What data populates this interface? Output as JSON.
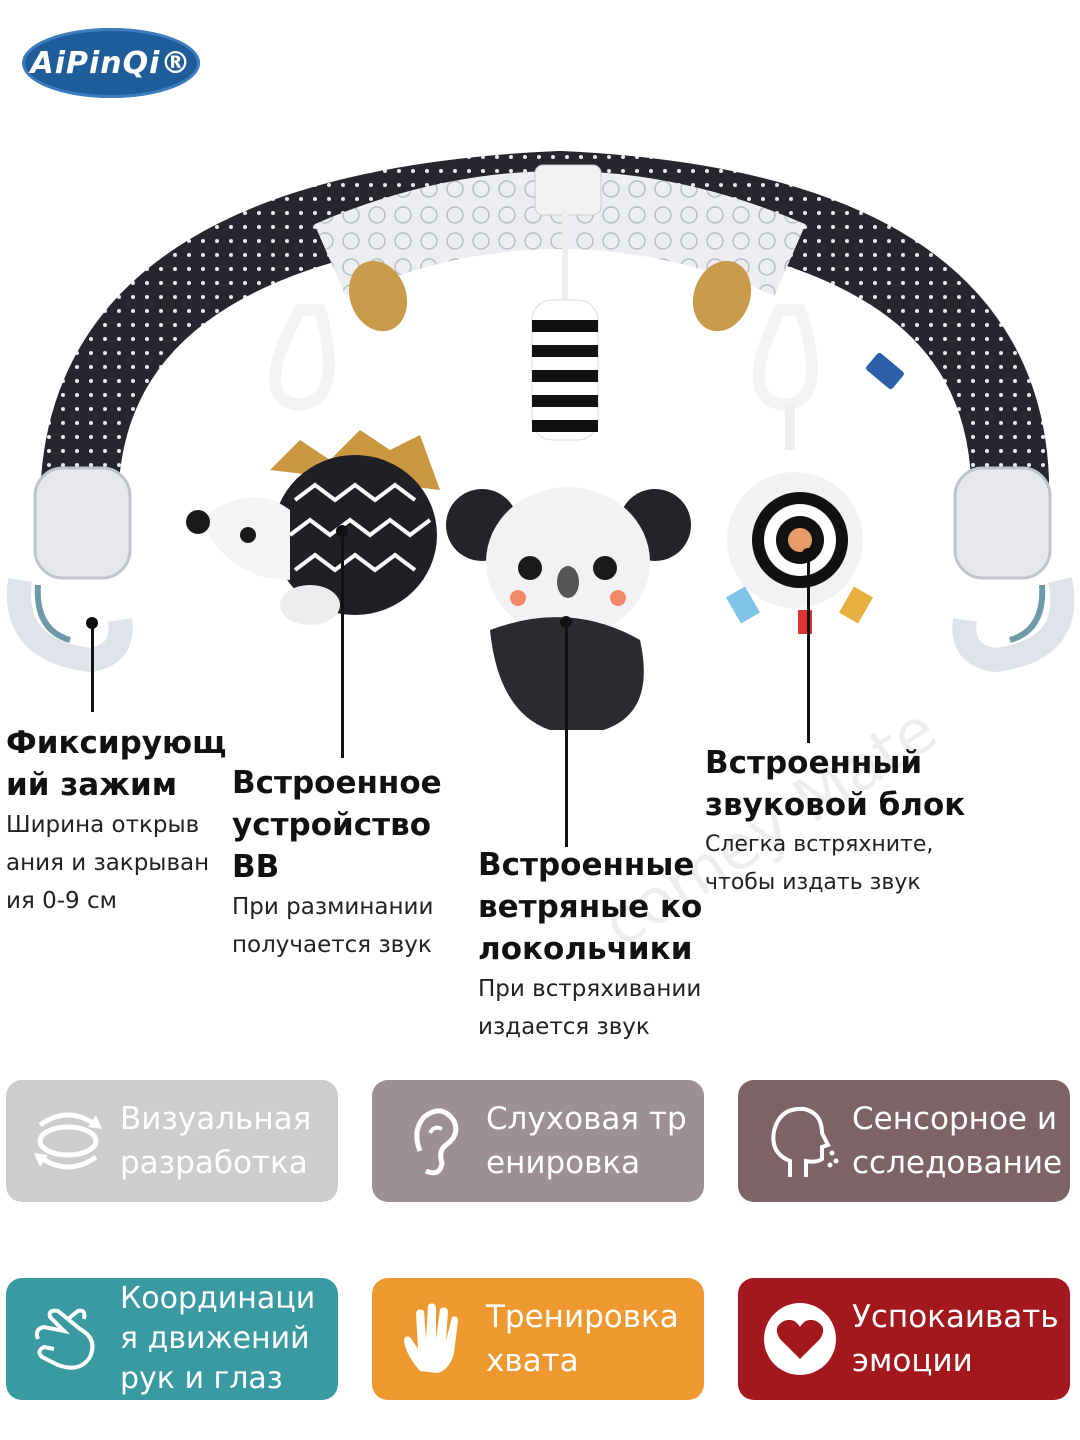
{
  "brand": {
    "logo_text": "AiPinQi®"
  },
  "callouts": {
    "clamp": {
      "title": "Фиксирующ ий зажим",
      "desc": "Ширина открыв ания и закрыван ия 0-9 см"
    },
    "bb": {
      "title": "Встроенное устройство BB",
      "desc": "При разминании получается звук"
    },
    "bells": {
      "title": "Встроенные ветряные ко локольчики",
      "desc": "При встряхивании издается звук"
    },
    "sound": {
      "title": "Встроенный звуковой блок",
      "desc": "Слегка встряхните, чтобы издать звук"
    }
  },
  "watermark": "comey Mate",
  "features": [
    {
      "label": "Визуальная разработка",
      "color": "#cdcdcd",
      "icon": "eye-icon"
    },
    {
      "label": "Слуховая тр енировка",
      "color": "#9c8f96",
      "icon": "ear-icon"
    },
    {
      "label": "Сенсорное и сследование",
      "color": "#7d6368",
      "icon": "face-icon"
    },
    {
      "label": "Координаци я движений рук и глаз",
      "color": "#3a9aa1",
      "icon": "hand-outline-icon"
    },
    {
      "label": "Тренировка хвата",
      "color": "#ee9830",
      "icon": "hand-icon"
    },
    {
      "label": "Успокаивать эмоции",
      "color": "#a3181c",
      "icon": "heart-icon"
    }
  ]
}
